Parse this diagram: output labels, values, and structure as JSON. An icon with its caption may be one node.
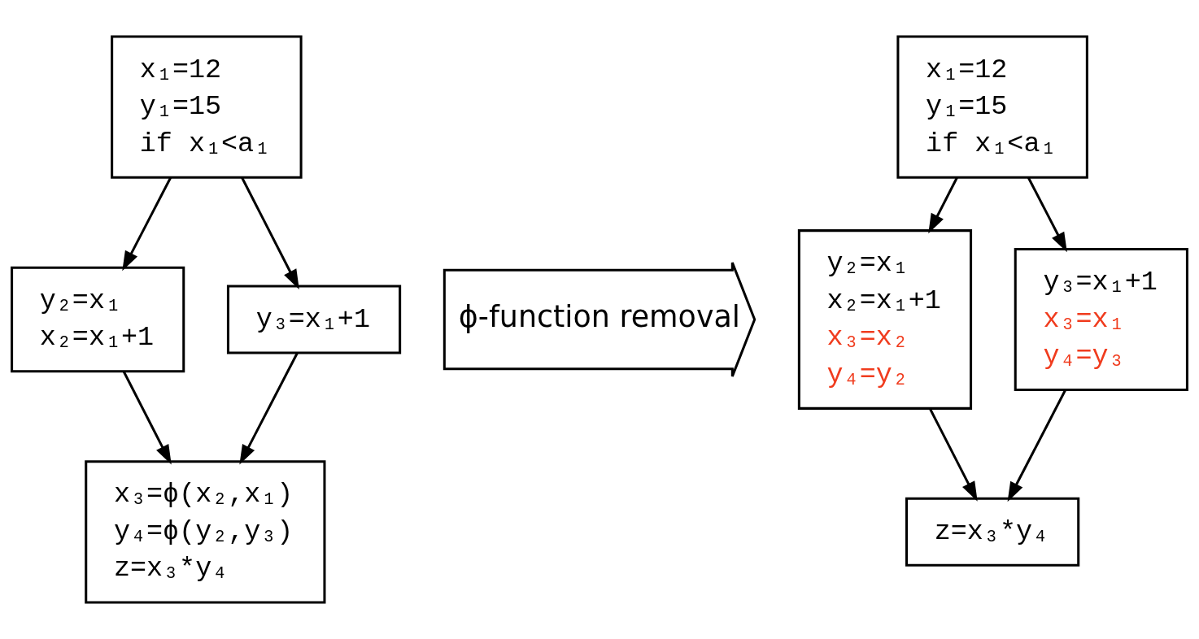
{
  "diagram": {
    "nodes": [
      {
        "text": [
          "x₁=12",
          "y₁=15",
          "if x₁<a₁"
        ]
      },
      {
        "text": [
          "y₂=x₁",
          "x₂=x₁+1"
        ]
      },
      {
        "text": [
          "y₃=x₁+1"
        ]
      },
      {
        "text": [
          "x₃=ϕ(x₂,x₁)",
          "y₄=ϕ(y₂,y₃)",
          "z=x₃*y₄"
        ]
      },
      {
        "text": [
          "ϕ-function removal"
        ]
      },
      {
        "text": [
          "x₁=12",
          "y₁=15",
          "if x₁<a₁"
        ]
      },
      {
        "text": [
          "y₂=x₁",
          "x₂=x₁+1",
          "x₃=x₂",
          "y₄=y₂"
        ]
      },
      {
        "text": [
          "y₃=x₁+1",
          "x₃=x₁",
          "y₄=y₃"
        ]
      },
      {
        "text": [
          "z=x₃*y₄"
        ]
      }
    ],
    "edges": [
      {
        "from": 0,
        "to": 1,
        "arrow": "to"
      },
      {
        "from": 0,
        "to": 2,
        "arrow": "to"
      },
      {
        "from": 1,
        "to": 3,
        "arrow": "to"
      },
      {
        "from": 2,
        "to": 3,
        "arrow": "to"
      },
      {
        "from": 5,
        "to": 6,
        "arrow": "to"
      },
      {
        "from": 5,
        "to": 7,
        "arrow": "to"
      },
      {
        "from": 6,
        "to": 8,
        "arrow": "to"
      },
      {
        "from": 7,
        "to": 8,
        "arrow": "to"
      }
    ]
  }
}
